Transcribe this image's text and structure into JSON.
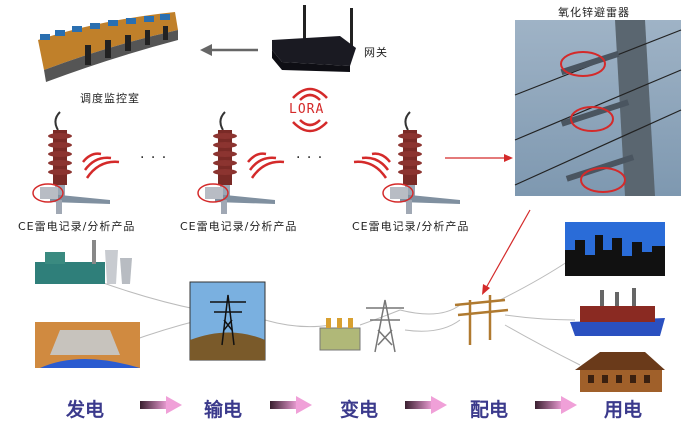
{
  "top": {
    "control_room_label": "调度监控室",
    "gateway_label": "网关",
    "lora_label": "LORA",
    "arrester_photo_label": "氧化锌避雷器",
    "product_labels": [
      "CE雷电记录/分析产品",
      "CE雷电记录/分析产品",
      "CE雷电记录/分析产品"
    ],
    "ellipsis": "· · ·"
  },
  "stages": [
    "发电",
    "输电",
    "变电",
    "配电",
    "用电"
  ],
  "colors": {
    "accent_red": "#d42a2a",
    "stage_text": "#3b3a8c",
    "arrester_brown": "#7a2a26",
    "arrow_pink": "#e07ac0"
  }
}
